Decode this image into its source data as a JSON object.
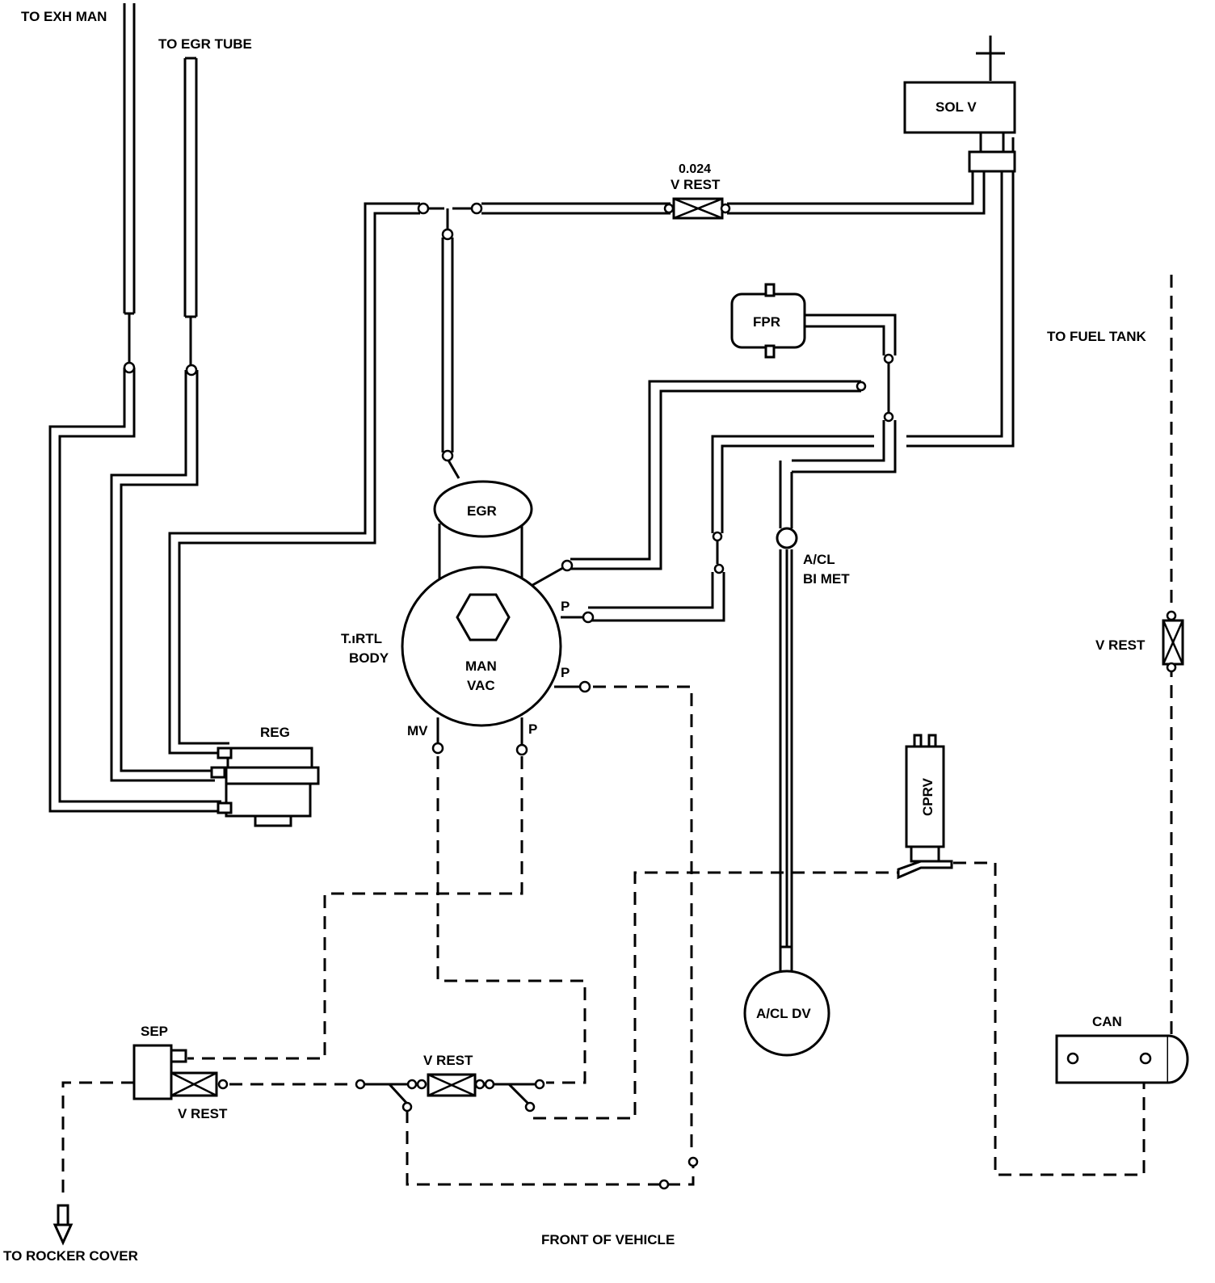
{
  "labels": {
    "to_exh_man": "TO EXH MAN",
    "to_egr_tube": "TO EGR TUBE",
    "sol_v": "SOL V",
    "restrictor_value": "0.024",
    "v_rest_top": "V REST",
    "fpr": "FPR",
    "to_fuel_tank": "TO FUEL TANK",
    "egr": "EGR",
    "thrtl_body_1": "T.ıRTL",
    "thrtl_body_2": "BODY",
    "man_vac_1": "MAN",
    "man_vac_2": "VAC",
    "port_p1": "P",
    "port_p2": "P",
    "port_p3": "P",
    "port_mv": "MV",
    "acl_bimet_1": "A/CL",
    "acl_bimet_2": "BI MET",
    "v_rest_right": "V REST",
    "reg": "REG",
    "cprv": "CPRV",
    "acl_dv": "A/CL DV",
    "can": "CAN",
    "sep": "SEP",
    "v_rest_sep": "V REST",
    "v_rest_bottom": "V REST",
    "to_rocker_cover": "TO ROCKER COVER",
    "front_of_vehicle": "FRONT OF VEHICLE"
  },
  "icons": {
    "hex": "hexagon-icon",
    "restrictor": "restrictor-x-icon",
    "arrow": "arrow-down-icon"
  }
}
